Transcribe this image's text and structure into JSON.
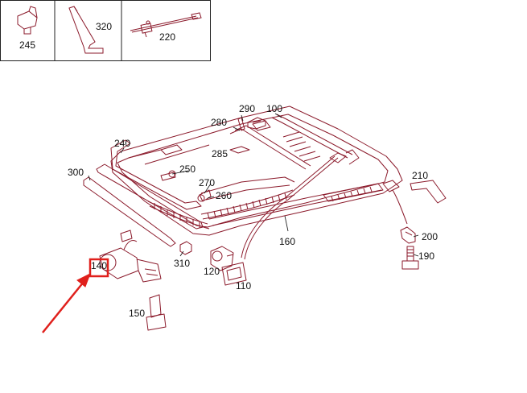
{
  "inset_table": {
    "cells": [
      {
        "label": "245",
        "icon": "clip-icon"
      },
      {
        "label": "320",
        "icon": "hex-key-icon"
      },
      {
        "label": "220",
        "icon": "cable-tool-icon"
      }
    ]
  },
  "callouts": [
    {
      "id": "100",
      "label": "100"
    },
    {
      "id": "110",
      "label": "110"
    },
    {
      "id": "120",
      "label": "120"
    },
    {
      "id": "140",
      "label": "140",
      "highlighted": true
    },
    {
      "id": "150",
      "label": "150"
    },
    {
      "id": "160",
      "label": "160"
    },
    {
      "id": "190",
      "label": "190"
    },
    {
      "id": "200",
      "label": "200"
    },
    {
      "id": "210",
      "label": "210"
    },
    {
      "id": "240",
      "label": "240"
    },
    {
      "id": "250",
      "label": "250"
    },
    {
      "id": "260",
      "label": "260"
    },
    {
      "id": "270",
      "label": "270"
    },
    {
      "id": "280",
      "label": "280"
    },
    {
      "id": "285",
      "label": "285"
    },
    {
      "id": "290",
      "label": "290"
    },
    {
      "id": "300",
      "label": "300"
    },
    {
      "id": "310",
      "label": "310"
    }
  ],
  "colors": {
    "part_lines": "#8b1a2b",
    "text": "#111111",
    "highlight": "#e0201c",
    "table_border": "#222222"
  }
}
